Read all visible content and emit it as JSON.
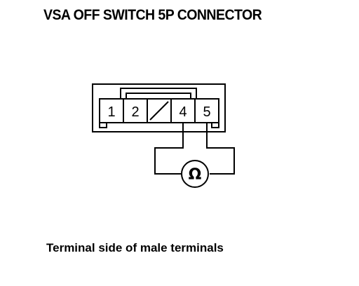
{
  "title": "VSA OFF SWITCH 5P CONNECTOR",
  "caption": "Terminal side of male terminals",
  "connector": {
    "terminals": [
      {
        "id": "t1",
        "label": "1"
      },
      {
        "id": "t2",
        "label": "2"
      },
      {
        "id": "t3",
        "label": ""
      },
      {
        "id": "t4",
        "label": "4"
      },
      {
        "id": "t5",
        "label": "5"
      }
    ]
  },
  "meter": {
    "symbol": "Ω",
    "icon": "ohmmeter-icon"
  }
}
